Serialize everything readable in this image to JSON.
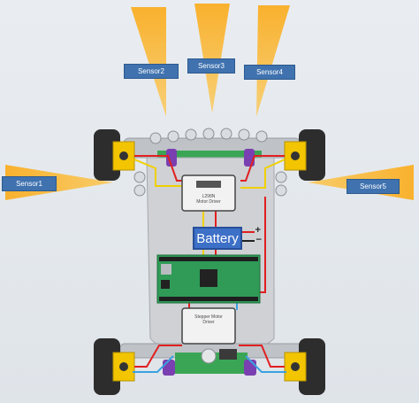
{
  "sensors": {
    "sensor1": "Sensor1",
    "sensor2": "Sensor2",
    "sensor3": "Sensor3",
    "sensor4": "Sensor4",
    "sensor5": "Sensor5"
  },
  "battery": {
    "label": "Battery",
    "plus": "+",
    "minus": "−"
  },
  "motor_driver": {
    "line1": "L298N",
    "line2": "Motor Driver"
  },
  "stepper_driver": {
    "line1": "Stepper Motor",
    "line2": "Driver"
  },
  "colors": {
    "beam": "#f7a823",
    "label_bg": "#3f72af",
    "chassis": "#c9c9c9",
    "wheel_hub": "#f2c500",
    "wire_red": "#e02020",
    "wire_yellow": "#f0d000",
    "wire_blue": "#3aa0e0",
    "board_green": "#2e9a4e"
  }
}
